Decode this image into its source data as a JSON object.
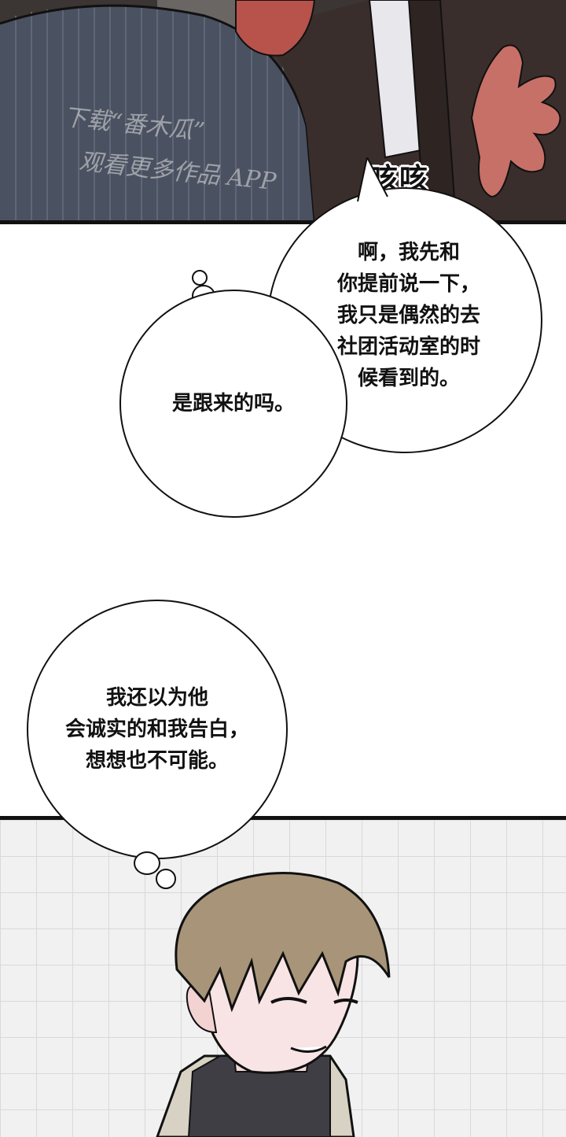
{
  "panels": {
    "top": {
      "watermark_line1": "下载“番木瓜”",
      "watermark_line2": "观看更多作品 APP"
    }
  },
  "sfx": {
    "cough": "咳咳"
  },
  "bubbles": {
    "speech_right": "啊，我先和\n你提前说一下，\n我只是偶然的去\n社团活动室的时\n候看到的。",
    "thought_middle": "是跟来的吗。",
    "thought_left": "我还以为他\n会诚实的和我告白，\n想想也不可能。"
  },
  "colors": {
    "jacket": "#4a5160",
    "coat_dark": "#3a2e2c",
    "skin": "#c77068",
    "hair": "#a89478",
    "grid_bg": "#f1f1f1"
  }
}
